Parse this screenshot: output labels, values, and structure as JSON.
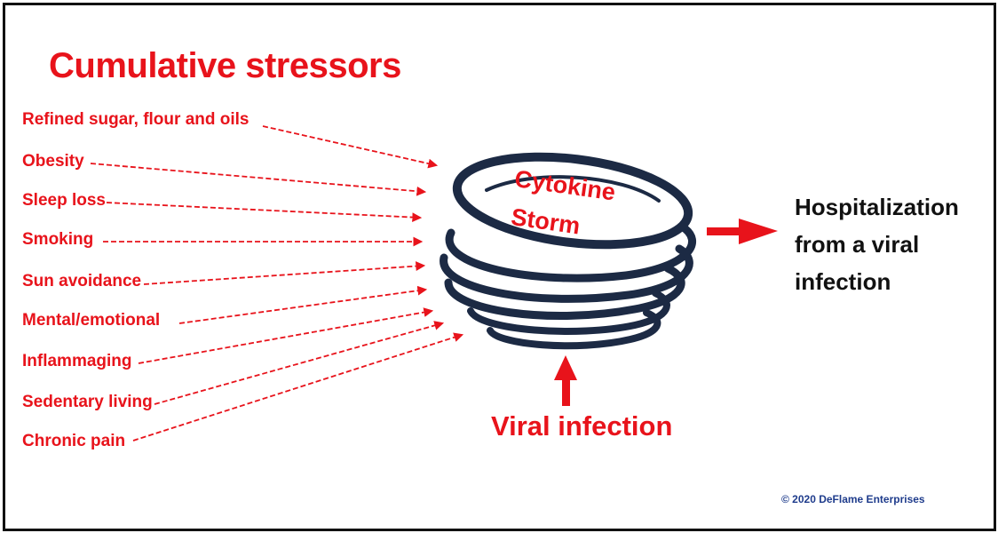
{
  "title": "Cumulative stressors",
  "stressors": [
    "Refined sugar, flour and oils",
    "Obesity",
    "Sleep loss",
    "Smoking",
    "Sun avoidance",
    "Mental/emotional",
    "Inflammaging",
    "Sedentary living",
    "Chronic pain"
  ],
  "center": {
    "line1": "Cytokine",
    "line2": "Storm"
  },
  "outcome": {
    "line1": "Hospitalization",
    "line2": "from a viral",
    "line3": "infection"
  },
  "trigger": "Viral infection",
  "copyright": "© 2020 DeFlame Enterprises",
  "colors": {
    "accent": "#e8131b",
    "coil": "#1c2a44",
    "text_dark": "#111111",
    "copyright": "#1f3c8c"
  },
  "icons": {
    "center_graphic": "coiled-spring-icon"
  }
}
